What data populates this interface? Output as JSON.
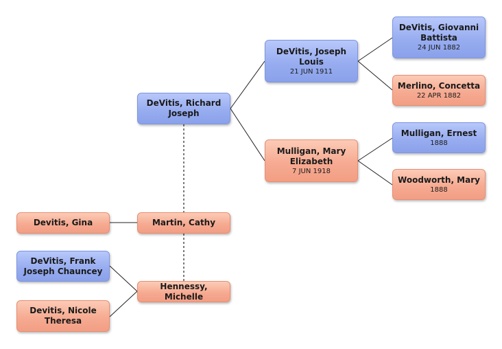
{
  "colors": {
    "male": "#98adf0",
    "female": "#f6ab92",
    "line": "#222222"
  },
  "people": {
    "richard": {
      "name": "DeVitis, Richard Joseph",
      "date": ""
    },
    "joseph": {
      "name": "DeVitis, Joseph Louis",
      "date": "21 JUN 1911"
    },
    "giovanni": {
      "name": "DeVitis, Giovanni Battista",
      "date": "24 JUN 1882"
    },
    "concetta": {
      "name": "Merlino, Concetta",
      "date": "22 APR 1882"
    },
    "mary_elizabeth": {
      "name": "Mulligan, Mary Elizabeth",
      "date": "7 JUN 1918"
    },
    "ernest": {
      "name": "Mulligan, Ernest",
      "date": "1888"
    },
    "woodworth": {
      "name": "Woodworth, Mary",
      "date": "1888"
    },
    "gina": {
      "name": "Devitis, Gina",
      "date": ""
    },
    "cathy": {
      "name": "Martin, Cathy",
      "date": ""
    },
    "frank": {
      "name": "DeVitis, Frank Joseph Chauncey",
      "date": ""
    },
    "michelle": {
      "name": "Hennessy, Michelle",
      "date": ""
    },
    "nicole": {
      "name": "Devitis, Nicole Theresa",
      "date": ""
    }
  }
}
